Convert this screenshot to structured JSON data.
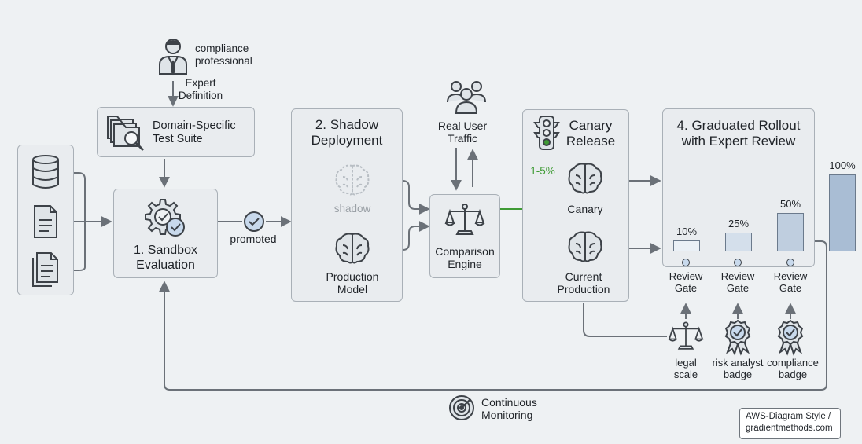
{
  "actors": {
    "compliance_professional": "compliance\nprofessional",
    "expert_definition": "Expert\nDefinition",
    "real_user_traffic": "Real User\nTraffic"
  },
  "test_suite": {
    "label": "Domain-Specific\nTest Suite"
  },
  "stages": {
    "sandbox": "1. Sandbox\nEvaluation",
    "shadow": "2. Shadow\nDeployment",
    "canary": "Canary\nRelease",
    "rollout": "4. Graduated Rollout\nwith Expert Review"
  },
  "labels": {
    "promoted": "promoted",
    "shadow_model": "shadow",
    "production_model": "Production\nModel",
    "comparison_engine": "Comparison\nEngine",
    "canary_split": "1-5%",
    "canary_model": "Canary",
    "current_production": "Current\nProduction",
    "continuous_monitoring": "Continuous\nMonitoring"
  },
  "rollout_steps": [
    {
      "percent": "10%",
      "fraction": 0.1
    },
    {
      "percent": "25%",
      "fraction": 0.25
    },
    {
      "percent": "50%",
      "fraction": 0.5
    },
    {
      "percent": "100%",
      "fraction": 1.0
    }
  ],
  "review_gates": [
    "Review\nGate",
    "Review\nGate",
    "Review\nGate"
  ],
  "reviewers": [
    "legal\nscale",
    "risk analyst\nbadge",
    "compliance\nbadge"
  ],
  "footer": {
    "line1": "AWS-Diagram Style /",
    "line2": "gradientmethods.com"
  },
  "colors": {
    "accent_green": "#3f9b35",
    "stroke": "#6b7178",
    "bar_dark": "#a9bdd4",
    "bar_light": "#eaf0f6"
  },
  "icons": [
    "person-icon",
    "folder-search-icon",
    "database-icon",
    "document-icon",
    "documents-icon",
    "gear-check-icon",
    "check-circle-icon",
    "brain-icon",
    "users-icon",
    "scale-icon",
    "traffic-light-icon",
    "badge-icon",
    "radar-icon"
  ]
}
